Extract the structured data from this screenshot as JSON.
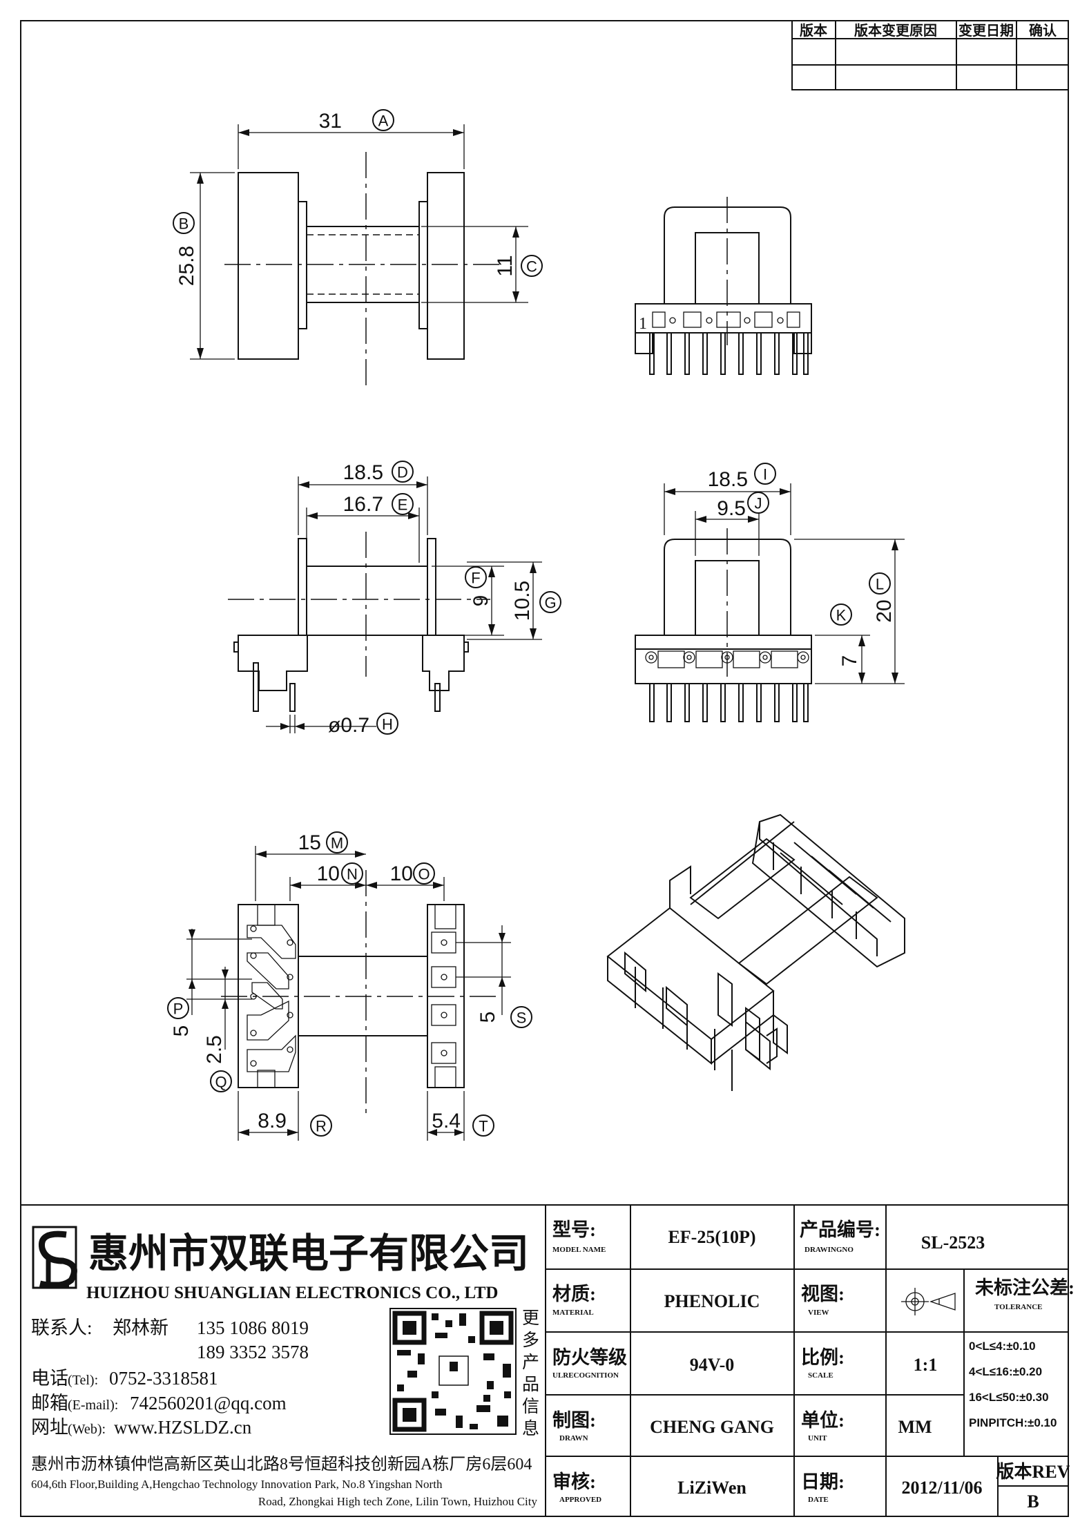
{
  "revision_table": {
    "headers": [
      "版本",
      "版本变更原因",
      "变更日期",
      "确认"
    ]
  },
  "dimensions": {
    "a": {
      "value": "31",
      "tag": "A"
    },
    "b": {
      "value": "25.8",
      "tag": "B"
    },
    "c": {
      "value": "11",
      "tag": "C"
    },
    "d": {
      "value": "18.5",
      "tag": "D"
    },
    "e": {
      "value": "16.7",
      "tag": "E"
    },
    "f": {
      "value": "9",
      "tag": "F"
    },
    "g": {
      "value": "10.5",
      "tag": "G"
    },
    "h": {
      "value": "ø0.7",
      "tag": "H"
    },
    "i": {
      "value": "18.5",
      "tag": "I"
    },
    "j": {
      "value": "9.5",
      "tag": "J"
    },
    "k": {
      "value": "",
      "tag": "K"
    },
    "l": {
      "value": "20",
      "tag": "L"
    },
    "k_val": {
      "value": "7"
    },
    "m": {
      "value": "15",
      "tag": "M"
    },
    "n": {
      "value": "10",
      "tag": "N"
    },
    "o": {
      "value": "10",
      "tag": "O"
    },
    "p": {
      "value": "5",
      "tag": "P"
    },
    "q": {
      "value": "2.5",
      "tag": "Q"
    },
    "r": {
      "value": "8.9",
      "tag": "R"
    },
    "s": {
      "value": "5",
      "tag": "S"
    },
    "t": {
      "value": "5.4",
      "tag": "T"
    }
  },
  "pin_number": "1",
  "company": {
    "name_cn": "惠州市双联电子有限公司",
    "name_en": "HUIZHOU SHUANGLIAN ELECTRONICS CO., LTD",
    "contact_label": "联系人:",
    "contact_name": "郑林新",
    "phone1": "135 1086 8019",
    "phone2": "189 3352 3578",
    "tel_label": "电话",
    "tel_tag": "(Tel):",
    "tel": "0752-3318581",
    "email_label": "邮箱",
    "email_tag": "(E-mail):",
    "email": "742560201@qq.com",
    "web_label": "网址",
    "web_tag": "(Web):",
    "web": "www.HZSLDZ.cn",
    "qr_caption": [
      "更",
      "多",
      "产",
      "品",
      "信",
      "息"
    ],
    "address_cn": "惠州市沥林镇仲恺高新区英山北路8号恒超科技创新园A栋厂房6层604",
    "address_en_1": "604,6th Floor,Building A,Hengchao Technology Innovation Park, No.8 Yingshan North",
    "address_en_2": "Road, Zhongkai High tech Zone, Lilin Town, Huizhou City"
  },
  "title_block": {
    "model_label": "型号:",
    "model_sub": "MODEL NAME",
    "model": "EF-25(10P)",
    "drawingno_label": "产品编号:",
    "drawingno_sub": "DRAWINGNO",
    "drawingno": "SL-2523",
    "material_label": "材质:",
    "material_sub": "MATERIAL",
    "material": "PHENOLIC",
    "view_label": "视图:",
    "view_sub": "VIEW",
    "tolerance_label": "未标注公差:",
    "tolerance_sub": "TOLERANCE",
    "tolerances": [
      "0<L≤4:±0.10",
      "4<L≤16:±0.20",
      "16<L≤50:±0.30",
      "PINPITCH:±0.10"
    ],
    "flame_label": "防火等级",
    "flame_sub": "ULRECOGNITION",
    "flame": "94V-0",
    "scale_label": "比例:",
    "scale_sub": "SCALE",
    "scale": "1:1",
    "drawn_label": "制图:",
    "drawn_sub": "DRAWN",
    "drawn": "CHENG GANG",
    "unit_label": "单位:",
    "unit_sub": "UNIT",
    "unit": "MM",
    "approved_label": "审核:",
    "approved_sub": "APPROVED",
    "approved": "LiZiWen",
    "date_label": "日期:",
    "date_sub": "DATE",
    "date": "2012/11/06",
    "rev_label": "版本REV",
    "rev": "B"
  }
}
